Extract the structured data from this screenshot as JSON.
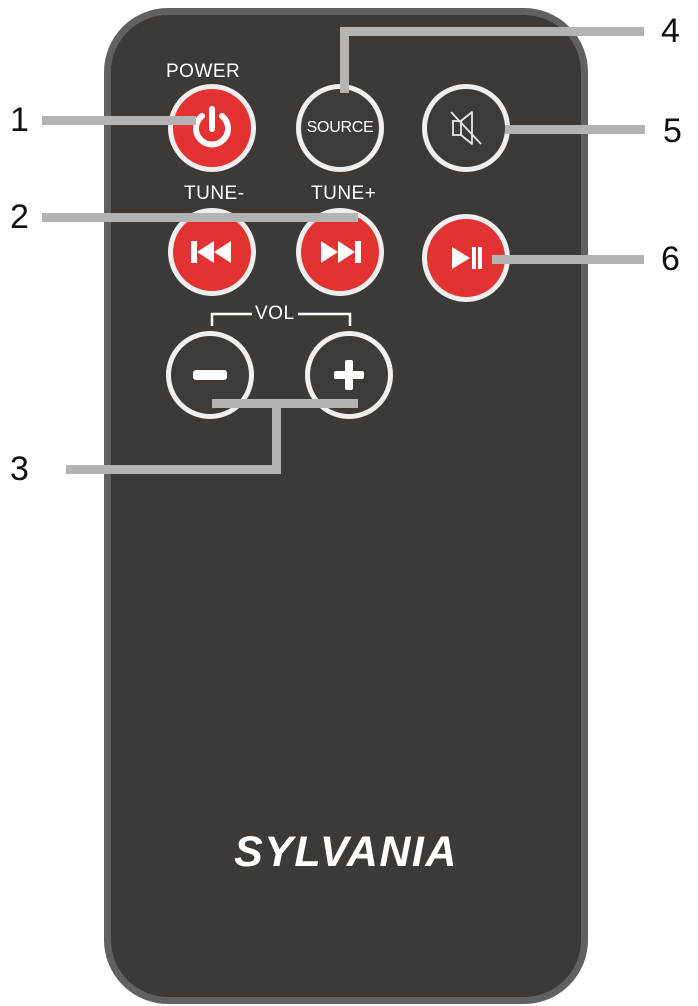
{
  "remote": {
    "brand": "SYLVANIA",
    "labels": {
      "power": "POWER",
      "tune_minus": "TUNE-",
      "tune_plus": "TUNE+",
      "vol": "VOL"
    },
    "buttons": {
      "source": "SOURCE"
    }
  },
  "callouts": [
    "1",
    "2",
    "3",
    "4",
    "5",
    "6"
  ],
  "colors": {
    "body": "#3c3937",
    "rim": "#5f6261",
    "button_red": "#e23232",
    "button_ring": "#efefef",
    "leader": "#b3b3b3"
  }
}
